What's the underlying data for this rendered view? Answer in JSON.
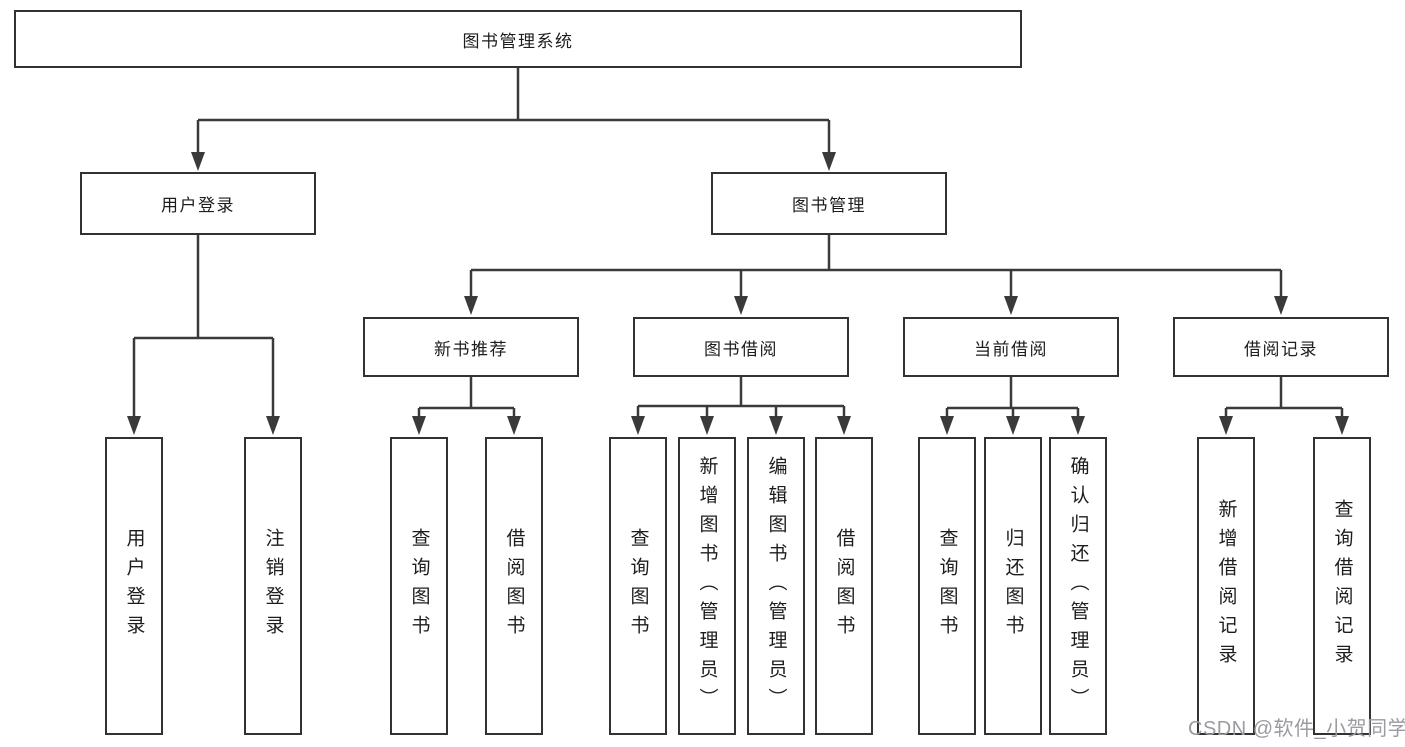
{
  "diagram": {
    "type": "tree",
    "tree": {
      "root": {
        "label": "图书管理系统",
        "children": [
          {
            "label": "用户登录",
            "children": [
              {
                "label": "用户登录"
              },
              {
                "label": "注销登录"
              }
            ]
          },
          {
            "label": "图书管理",
            "children": [
              {
                "label": "新书推荐",
                "children": [
                  {
                    "label": "查询图书"
                  },
                  {
                    "label": "借阅图书"
                  }
                ]
              },
              {
                "label": "图书借阅",
                "children": [
                  {
                    "label": "查询图书"
                  },
                  {
                    "label": "新增图书（管理员）"
                  },
                  {
                    "label": "编辑图书（管理员）"
                  },
                  {
                    "label": "借阅图书"
                  }
                ]
              },
              {
                "label": "当前借阅",
                "children": [
                  {
                    "label": "查询图书"
                  },
                  {
                    "label": "归还图书"
                  },
                  {
                    "label": "确认归还（管理员）"
                  }
                ]
              },
              {
                "label": "借阅记录",
                "children": [
                  {
                    "label": "新增借阅记录"
                  },
                  {
                    "label": "查询借阅记录"
                  }
                ]
              }
            ]
          }
        ]
      }
    },
    "colors": {
      "box_border": "#323232",
      "connector_line": "#3a3a3a",
      "text": "#1d1d1d",
      "background": "#ffffff",
      "watermark_text_color": "#9b9ba0"
    }
  },
  "watermark": {
    "text": "CSDN @软件_小贺同学"
  }
}
